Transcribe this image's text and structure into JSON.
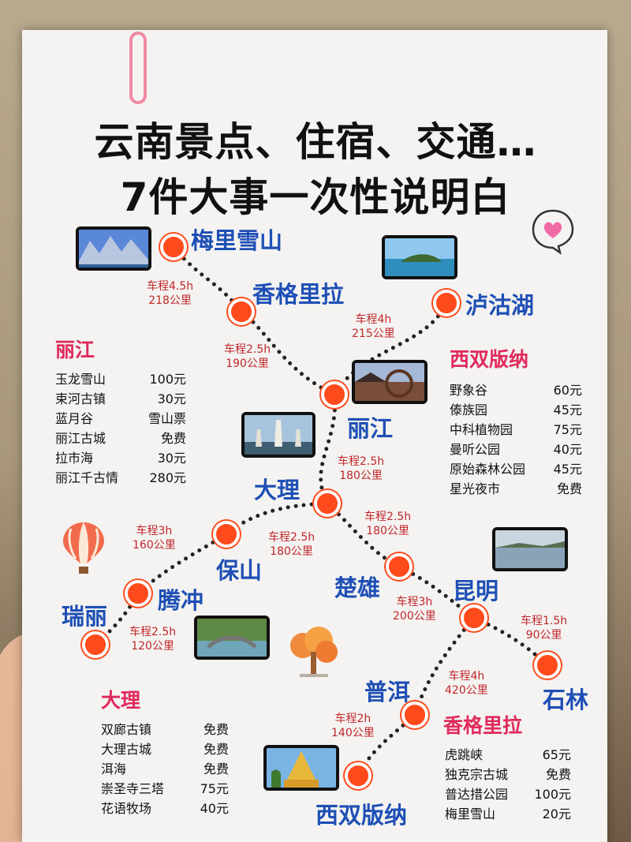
{
  "title": {
    "line1": "云南景点、住宿、交通…",
    "line2": "7件大事一次性说明白"
  },
  "destinations": {
    "meili": "梅里雪山",
    "shangri_top": "香格里拉",
    "lugu": "泸沽湖",
    "lijiang": "丽江",
    "dali": "大理",
    "baoshan": "保山",
    "tengchong": "腾冲",
    "ruili": "瑞丽",
    "chuxiong": "楚雄",
    "kunming": "昆明",
    "shilin": "石林",
    "puer": "普洱",
    "xsbn": "西双版纳"
  },
  "legs": {
    "meili_shangri": {
      "time": "车程4.5h",
      "dist": "218公里"
    },
    "shangri_lijiang": {
      "time": "车程2.5h",
      "dist": "190公里"
    },
    "lugu_lijiang": {
      "time": "车程4h",
      "dist": "215公里"
    },
    "lijiang_dali": {
      "time": "车程2.5h",
      "dist": "180公里"
    },
    "dali_baoshan": {
      "time": "车程2.5h",
      "dist": "180公里"
    },
    "baoshan_ruili": {
      "time": "车程3h",
      "dist": "160公里"
    },
    "tengchong_ruili": {
      "time": "车程2.5h",
      "dist": "120公里"
    },
    "dali_chuxiong": {
      "time": "车程2.5h",
      "dist": "180公里"
    },
    "chuxiong_kunming": {
      "time": "车程3h",
      "dist": "200公里"
    },
    "kunming_shilin": {
      "time": "车程1.5h",
      "dist": "90公里"
    },
    "kunming_puer": {
      "time": "车程4h",
      "dist": "420公里"
    },
    "puer_xsbn": {
      "time": "车程2h",
      "dist": "140公里"
    }
  },
  "tickets": {
    "lijiang": {
      "title": "丽江",
      "items": [
        {
          "name": "玉龙雪山",
          "price": "100元"
        },
        {
          "name": "束河古镇",
          "price": "30元"
        },
        {
          "name": "蓝月谷",
          "price": "雪山票"
        },
        {
          "name": "丽江古城",
          "price": "免费"
        },
        {
          "name": "拉市海",
          "price": "30元"
        },
        {
          "name": "丽江千古情",
          "price": "280元"
        }
      ]
    },
    "xsbn": {
      "title": "西双版纳",
      "items": [
        {
          "name": "野象谷",
          "price": "60元"
        },
        {
          "name": "傣族园",
          "price": "45元"
        },
        {
          "name": "中科植物园",
          "price": "75元"
        },
        {
          "name": "曼听公园",
          "price": "40元"
        },
        {
          "name": "原始森林公园",
          "price": "45元"
        },
        {
          "name": "星光夜市",
          "price": "免费"
        }
      ]
    },
    "dali": {
      "title": "大理",
      "items": [
        {
          "name": "双廊古镇",
          "price": "免费"
        },
        {
          "name": "大理古城",
          "price": "免费"
        },
        {
          "name": "洱海",
          "price": "免费"
        },
        {
          "name": "崇圣寺三塔",
          "price": "75元"
        },
        {
          "name": "花语牧场",
          "price": "40元"
        }
      ]
    },
    "shangri": {
      "title": "香格里拉",
      "items": [
        {
          "name": "虎跳峡",
          "price": "65元"
        },
        {
          "name": "独克宗古城",
          "price": "免费"
        },
        {
          "name": "普达措公园",
          "price": "100元"
        },
        {
          "name": "梅里雪山",
          "price": "20元"
        }
      ]
    }
  },
  "colors": {
    "accent_blue": "#1e4fb5",
    "leg_red": "#c0262a",
    "dot_orange": "#ff4a1c",
    "section_pink": "#e02a5c"
  }
}
